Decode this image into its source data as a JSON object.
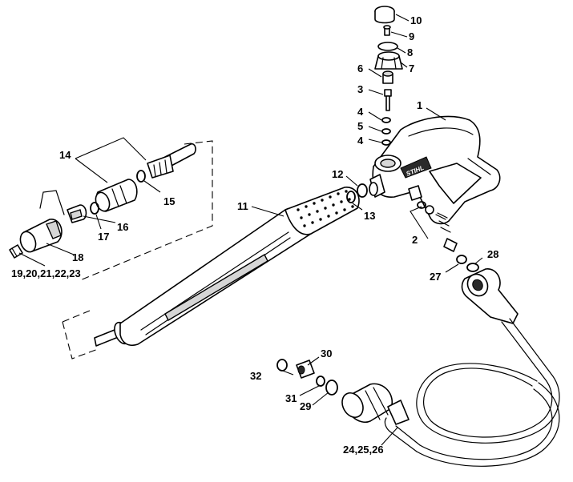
{
  "callouts": {
    "c1": "1",
    "c2": "2",
    "c3": "3",
    "c4a": "4",
    "c4b": "4",
    "c5": "5",
    "c6": "6",
    "c7": "7",
    "c8": "8",
    "c9": "9",
    "c10": "10",
    "c11": "11",
    "c12": "12",
    "c13": "13",
    "c14": "14",
    "c15": "15",
    "c16": "16",
    "c17": "17",
    "c18": "18",
    "c19_23": "19,20,21,22,23",
    "c24_26": "24,25,26",
    "c27": "27",
    "c28": "28",
    "c29": "29",
    "c30": "30",
    "c31": "31",
    "c32": "32"
  },
  "brand": {
    "logo_text": "STIHL"
  },
  "colors": {
    "line": "#000000",
    "fill": "#ffffff",
    "shade": "#d6d6d6"
  }
}
